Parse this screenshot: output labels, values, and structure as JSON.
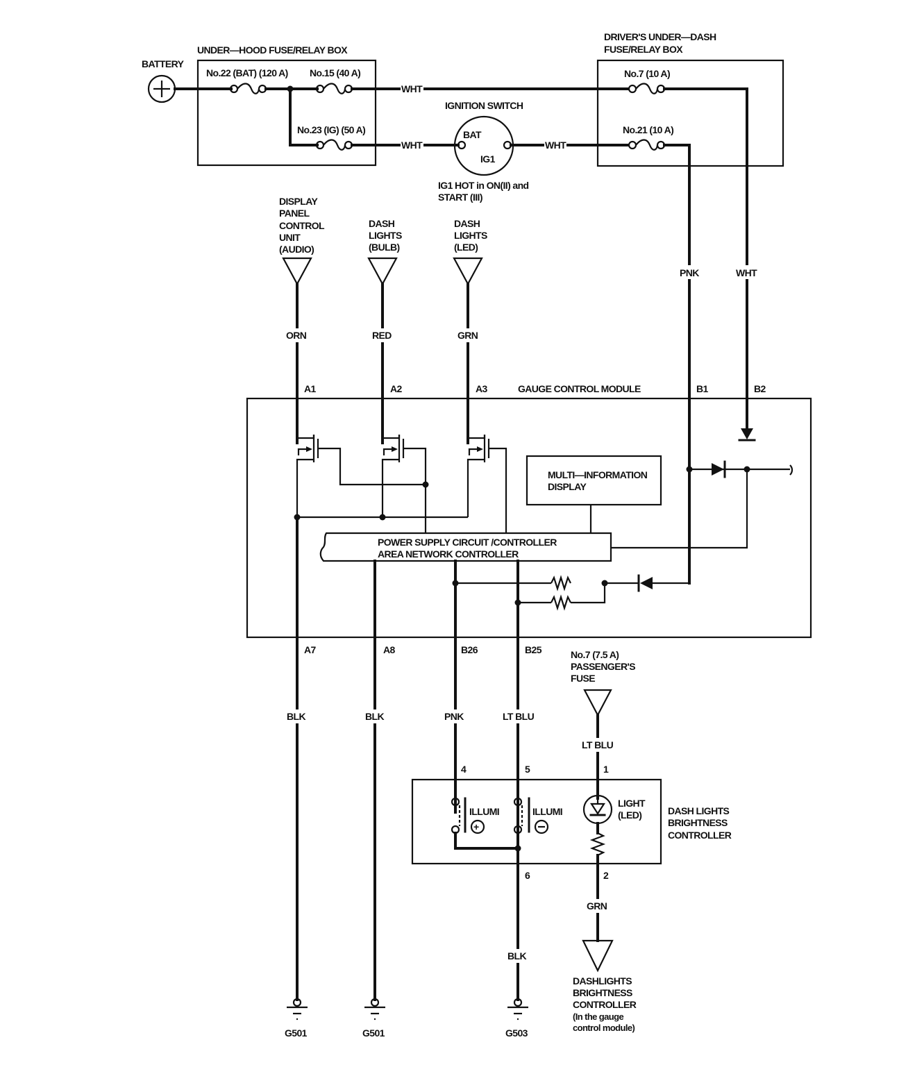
{
  "diagram": {
    "battery": {
      "label": "BATTERY",
      "symbol": "+"
    },
    "under_hood_box": {
      "title": "UNDER—HOOD FUSE/RELAY BOX",
      "fuses": [
        {
          "label": "No.22 (BAT) (120 A)"
        },
        {
          "label": "No.15 (40 A)"
        },
        {
          "label": "No.23 (IG) (50 A)"
        }
      ]
    },
    "driver_box": {
      "title_line1": "DRIVER'S UNDER—DASH",
      "title_line2": "FUSE/RELAY BOX",
      "fuses": [
        {
          "label": "No.7 (10 A)"
        },
        {
          "label": "No.21 (10 A)"
        }
      ]
    },
    "ignition_switch": {
      "title": "IGNITION SWITCH",
      "bat": "BAT",
      "ig1": "IG1",
      "note_line1": "IG1 HOT in ON(II) and",
      "note_line2": "START (III)"
    },
    "wires": {
      "wht_top": "WHT",
      "wht_ig_in": "WHT",
      "wht_ig_out": "WHT",
      "pnk_b1": "PNK",
      "wht_b2": "WHT",
      "orn": "ORN",
      "red": "RED",
      "grn_a3": "GRN",
      "blk_a7": "BLK",
      "blk_a8": "BLK",
      "pnk_b26": "PNK",
      "ltblu_b25": "LT BLU",
      "ltblu_fuse": "LT BLU",
      "grn_out": "GRN",
      "blk_g503": "BLK"
    },
    "sources": [
      {
        "lines": [
          "DISPLAY",
          "PANEL",
          "CONTROL",
          "UNIT",
          "(AUDIO)"
        ]
      },
      {
        "lines": [
          "DASH",
          "LIGHTS",
          "(BULB)"
        ]
      },
      {
        "lines": [
          "DASH",
          "LIGHTS",
          "(LED)"
        ]
      }
    ],
    "gauge_module": {
      "title": "GAUGE CONTROL MODULE",
      "pins_top": [
        "A1",
        "A2",
        "A3",
        "B1",
        "B2"
      ],
      "pins_bottom": [
        "A7",
        "A8",
        "B26",
        "B25"
      ],
      "mid_line1": "MULTI—INFORMATION",
      "mid_line2": "DISPLAY",
      "psc_line1": "POWER SUPPLY CIRCUIT /CONTROLLER",
      "psc_line2": "AREA NETWORK CONTROLLER"
    },
    "passenger_fuse": {
      "lines": [
        "No.7 (7.5 A)",
        "PASSENGER'S",
        "FUSE"
      ]
    },
    "brightness_controller": {
      "title_lines": [
        "DASH LIGHTS",
        "BRIGHTNESS",
        "CONTROLLER"
      ],
      "pins": [
        "4",
        "5",
        "1",
        "6",
        "2"
      ],
      "illumi_plus": "ILLUMI",
      "illumi_minus": "ILLUMI",
      "plus_sym": "+",
      "minus_sym": "−",
      "light_line1": "LIGHT",
      "light_line2": "(LED)"
    },
    "output_dest": {
      "lines": [
        "DASHLIGHTS",
        "BRIGHTNESS",
        "CONTROLLER",
        "(In the gauge",
        "control module)"
      ]
    },
    "grounds": [
      "G501",
      "G501",
      "G503"
    ]
  }
}
